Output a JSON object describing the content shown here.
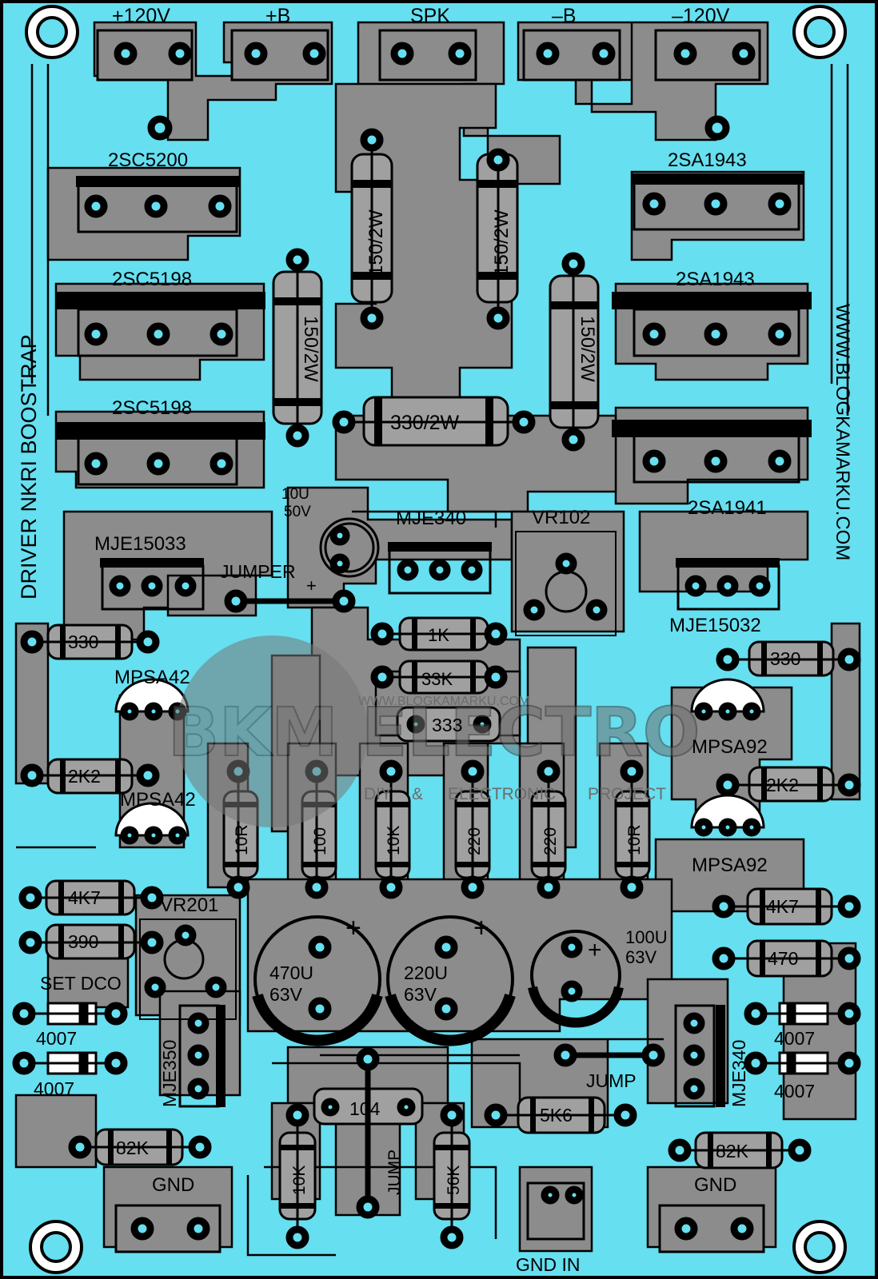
{
  "colors": {
    "copper": "#8c8c8c",
    "background": "#66dff0",
    "ink": "#000000",
    "pad_ring": "#000000",
    "pad_fill": "#66dff0",
    "body_fill": "#a0a0a0",
    "watermark": "#7e7e7e"
  },
  "headers": {
    "plus120": "+120V",
    "plusB": "+B",
    "spk": "SPK",
    "minusB": "–B",
    "minus120": "–120V",
    "gnd_left": "GND",
    "gnd_right": "GND",
    "gnd_in": "GND IN"
  },
  "transistors": {
    "q_2sc5200": "2SC5200",
    "q_2sc5198_a": "2SC5198",
    "q_2sc5198_b": "2SC5198",
    "q_2sa1943_a": "2SA1943",
    "q_2sa1943_b": "2SA1943",
    "q_2sa1941": "2SA1941",
    "q_mje15033": "MJE15033",
    "q_mje340_top": "MJE340",
    "q_mje15032": "MJE15032",
    "q_mpsa42_a": "MPSA42",
    "q_mpsa42_b": "MPSA42",
    "q_mpsa92_a": "MPSA92",
    "q_mpsa92_b": "MPSA92",
    "q_mje350": "MJE350",
    "q_mje340_bottom": "MJE340"
  },
  "resistors": {
    "r_150_1": "150/2W",
    "r_150_2": "150/2W",
    "r_150_3": "150/2W",
    "r_150_4": "150/2W",
    "r_330_2w": "330/2W",
    "r_1k": "1K",
    "r_33k": "33K",
    "r_330_left": "330",
    "r_330_right": "330",
    "r_2k2_left": "2K2",
    "r_2k2_right": "2K2",
    "r_4k7_left": "4K7",
    "r_4k7_right": "4K7",
    "r_390": "390",
    "r_470": "470",
    "r_10r_a": "10R",
    "r_100": "100",
    "r_10k_v": "10K",
    "r_220_a": "220",
    "r_220_b": "220",
    "r_10r_b": "10R",
    "r_82k_left": "82K",
    "r_82k_right": "82K",
    "r_5k6": "5K6",
    "r_10k_bottom": "10K",
    "r_56k": "56K"
  },
  "capacitors": {
    "c_10u_value": "10U",
    "c_10u_voltage": "50V",
    "c_470u_value": "470U",
    "c_470u_voltage": "63V",
    "c_220u_value": "220U",
    "c_220u_voltage": "63V",
    "c_100u_value": "100U",
    "c_100u_voltage": "63V",
    "c_333": "333",
    "c_104": "104",
    "polarity": "+"
  },
  "diodes": {
    "d_left_1": "4007",
    "d_left_2": "4007",
    "d_right_1": "4007",
    "d_right_2": "4007"
  },
  "trimmers": {
    "vr102": "VR102",
    "vr201": "VR201",
    "set_dco": "SET DCO"
  },
  "jumpers": {
    "jumper_top": "JUMPER",
    "jump_right": "JUMP",
    "jump_bottom": "JUMP"
  },
  "board_texts": {
    "title": "DRIVER NKRI BOOSTRAP",
    "url": "WWW.BLOGKAMARKU.COM",
    "watermark_url": "WWW.BLOGKAMARKU.COM",
    "watermark_logo": "BKM ELECTRO",
    "watermark_tag_1": "DIY",
    "watermark_tag_amp": "&",
    "watermark_tag_2": "ELECTRONIC",
    "watermark_tag_3": "PROJECT"
  }
}
